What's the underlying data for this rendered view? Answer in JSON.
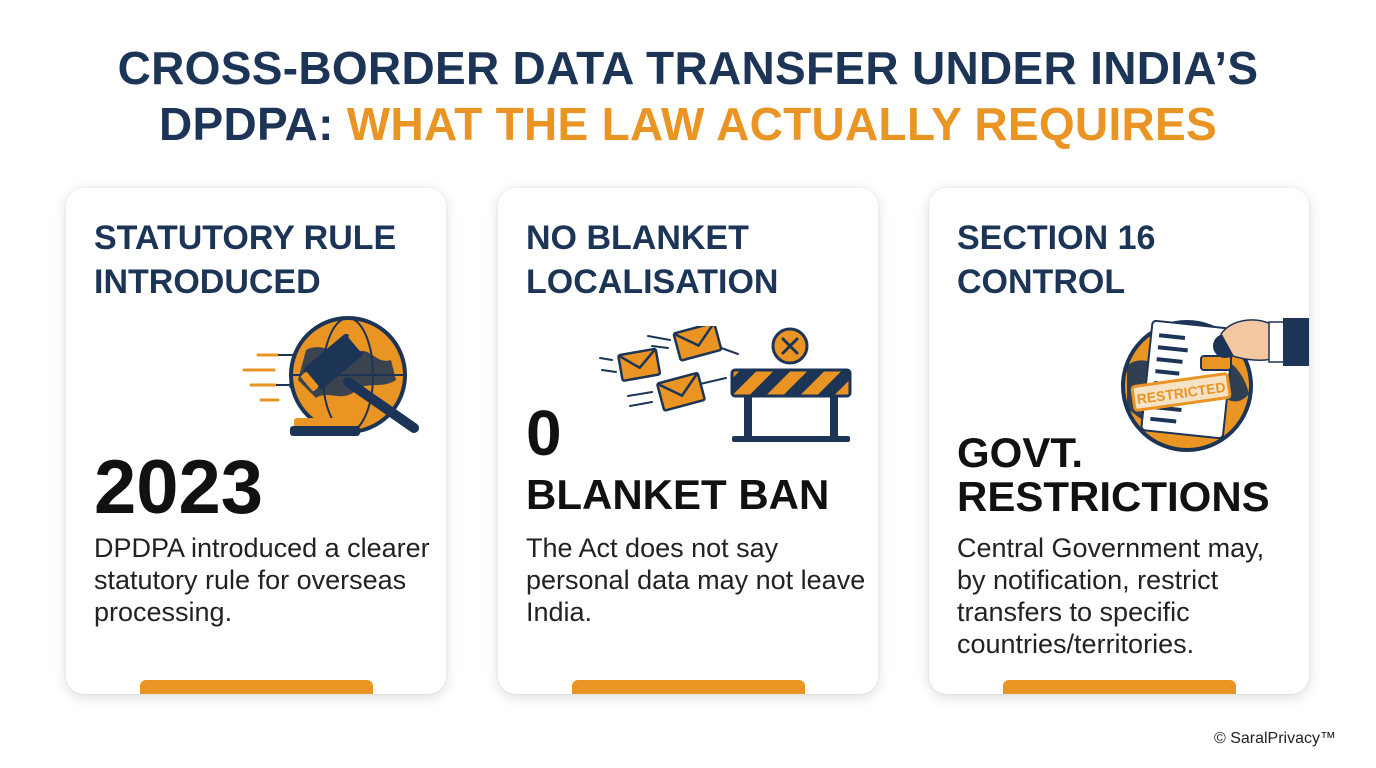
{
  "title": {
    "line1": "CROSS-BORDER DATA TRANSFER UNDER INDIA’S",
    "line2_prefix": "DPDPA:",
    "line2_highlight": "WHAT THE LAW ACTUALLY REQUIRES"
  },
  "colors": {
    "navy": "#1c3557",
    "orange": "#ea9424",
    "text": "#111111"
  },
  "cards": [
    {
      "heading": "STATUTORY RULE INTRODUCED",
      "stat": "2023",
      "description": "DPDPA introduced a clearer statutory rule for overseas processing.",
      "icon": "globe-gavel-icon"
    },
    {
      "heading": "NO BLANKET LOCALISATION",
      "stat": "0",
      "stat_label": "BLANKET BAN",
      "description": "The Act does not say personal data may not leave India.",
      "icon": "envelopes-barrier-icon"
    },
    {
      "heading": "SECTION 16 CONTROL",
      "stat": "GOVT.",
      "stat_label": "RESTRICTIONS",
      "description": "Central Government may, by notification, restrict transfers to specific countries/territories.",
      "icon": "globe-restricted-stamp-icon",
      "stamp_text": "RESTRICTED"
    }
  ],
  "footer": {
    "copyright": "© SaralPrivacy™"
  }
}
